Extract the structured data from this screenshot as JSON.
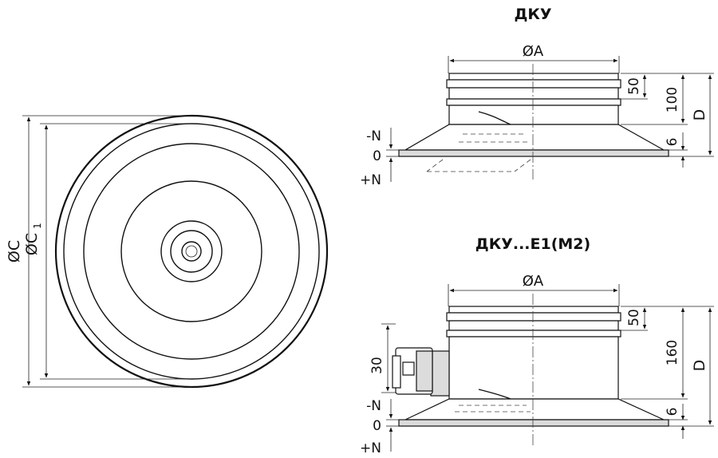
{
  "top_view": {
    "dim_outer": "ØC",
    "dim_inner": "ØC",
    "dim_inner_sub": "1"
  },
  "model_a": {
    "title": "ДКУ",
    "dim_width": "ØA",
    "dim_collar": "50",
    "dim_height": "100",
    "dim_total": "D",
    "dim_base": "6",
    "level_minus": "-N",
    "level_zero": "0",
    "level_plus": "+N"
  },
  "model_b": {
    "title": "ДКУ...E1(M2)",
    "dim_width": "ØA",
    "dim_collar": "50",
    "dim_actuator": "30",
    "dim_height": "160",
    "dim_total": "D",
    "dim_base": "6",
    "level_minus": "-N",
    "level_zero": "0",
    "level_plus": "+N"
  }
}
